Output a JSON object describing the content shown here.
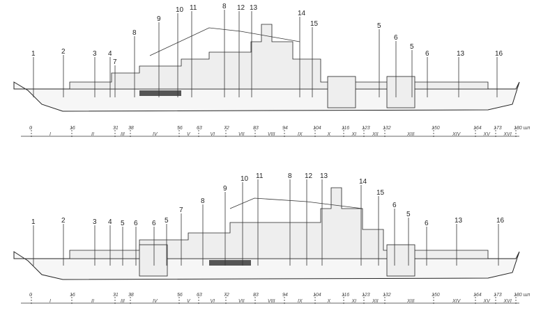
{
  "frames": [
    "0",
    "16",
    "31",
    "38",
    "56",
    "63",
    "72",
    "83",
    "94",
    "104",
    "116",
    "123",
    "132",
    "150",
    "164",
    "173",
    "180 шп"
  ],
  "compartments": [
    "I",
    "II",
    "III",
    "IV",
    "V",
    "VI",
    "VII",
    "VIII",
    "IX",
    "X",
    "XI",
    "XII",
    "XIII",
    "XIV",
    "XV",
    "XVI"
  ],
  "top_ship": {
    "callouts": [
      "1",
      "2",
      "3",
      "4",
      "7",
      "8",
      "9",
      "10",
      "11",
      "8",
      "12",
      "13",
      "14",
      "15",
      "5",
      "6",
      "5",
      "6",
      "13",
      "16"
    ]
  },
  "bottom_ship": {
    "callouts": [
      "1",
      "2",
      "3",
      "4",
      "5",
      "6",
      "6",
      "5",
      "7",
      "8",
      "9",
      "10",
      "11",
      "8",
      "12",
      "13",
      "14",
      "15",
      "6",
      "5",
      "6",
      "13",
      "16"
    ]
  }
}
